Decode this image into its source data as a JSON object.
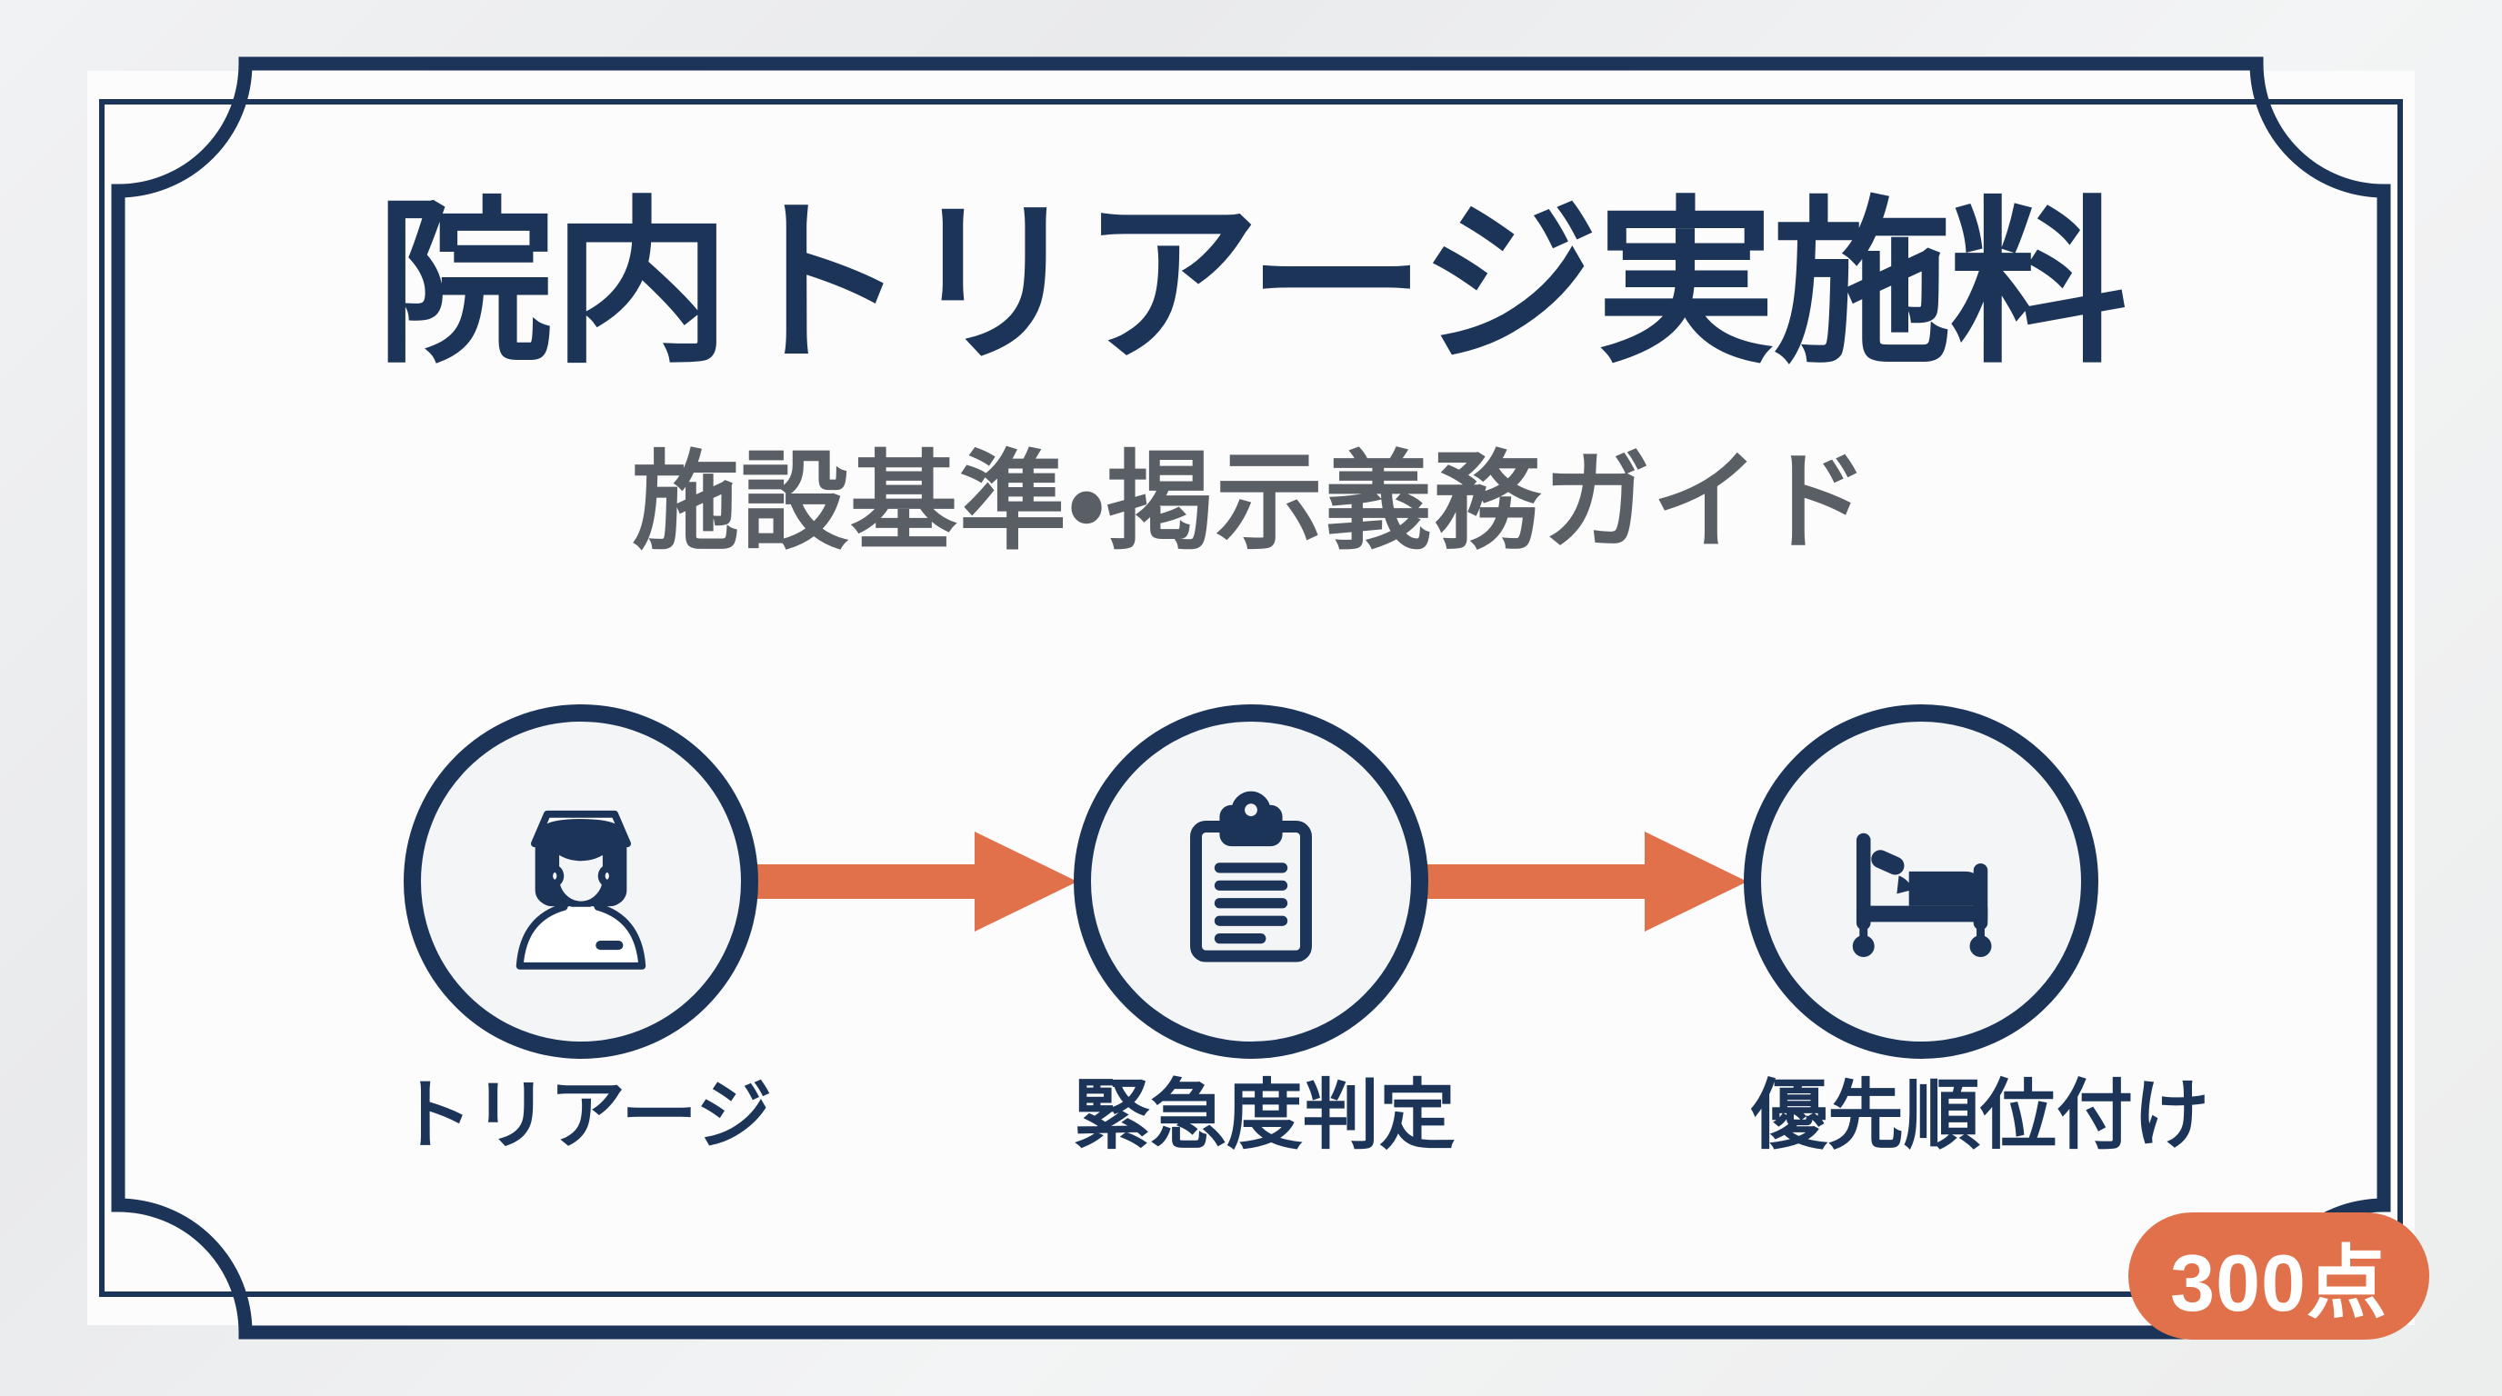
{
  "header": {
    "title": "院内トリアージ実施料",
    "subtitle": "施設基準・掲示義務ガイド"
  },
  "flow": {
    "steps": [
      {
        "label": "トリアージ",
        "icon": "nurse-icon"
      },
      {
        "label": "緊急度判定",
        "icon": "clipboard-icon"
      },
      {
        "label": "優先順位付け",
        "icon": "hospital-bed-icon"
      }
    ],
    "connectors": [
      {
        "icon": "arrow-right-icon"
      },
      {
        "icon": "arrow-right-icon"
      }
    ]
  },
  "badge": {
    "label": "300点"
  },
  "colors": {
    "navy": "#1b3458",
    "orange": "#e0714a",
    "subtitle_gray": "#5a5f66",
    "card_background": "#fcfcfd",
    "page_background": "#eceef0",
    "circle_fill": "#f4f5f7",
    "badge_text": "#ffffff"
  }
}
